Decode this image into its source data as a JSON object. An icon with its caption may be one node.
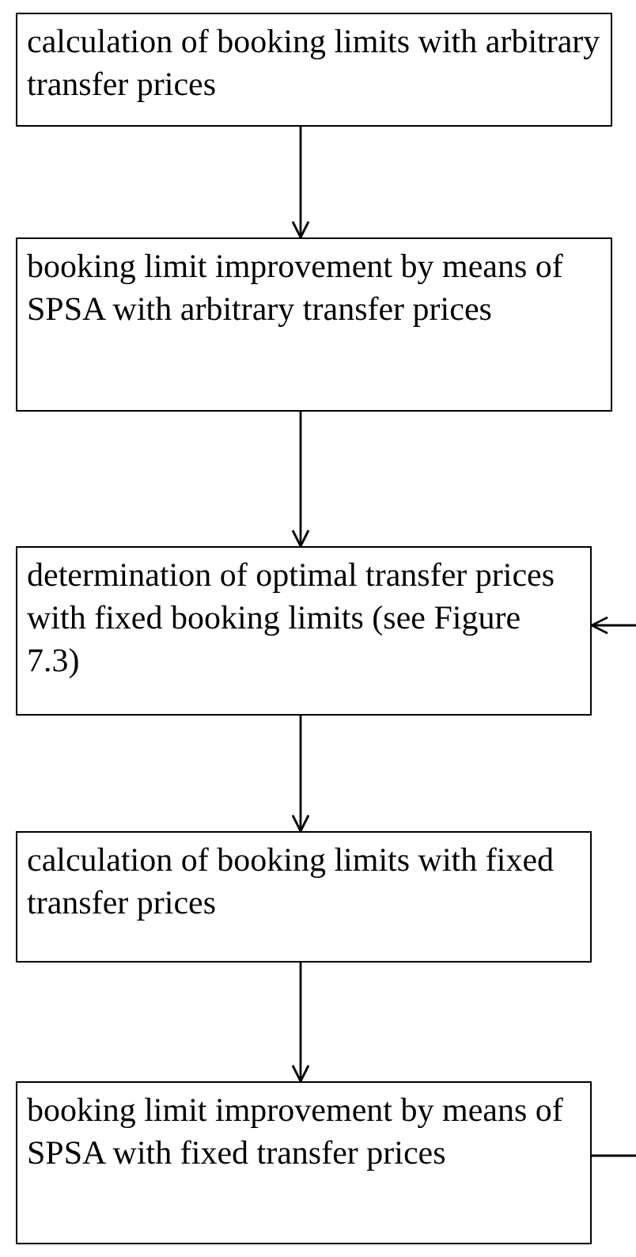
{
  "diagram": {
    "nodes": [
      {
        "text": [
          "calculation of booking limits with arbitrary transfer prices"
        ]
      },
      {
        "text": [
          "booking limit improvement by means of SPSA with arbitrary transfer prices"
        ]
      },
      {
        "text": [
          "determination of optimal transfer prices with fixed booking limits (see Figure 7.3)"
        ]
      },
      {
        "text": [
          "calculation of booking limits with fixed transfer prices"
        ]
      },
      {
        "text": [
          "booking limit improvement by means of SPSA with fixed transfer prices"
        ]
      }
    ],
    "edges": [
      {
        "from": 0,
        "to": 1,
        "arrow": "to"
      },
      {
        "from": 1,
        "to": 2,
        "arrow": "to"
      },
      {
        "from": 2,
        "to": 3,
        "arrow": "to"
      },
      {
        "from": 3,
        "to": 4,
        "arrow": "to"
      },
      {
        "from": 4,
        "to": null,
        "arrow": "none"
      },
      {
        "from": null,
        "to": 2,
        "arrow": "to"
      }
    ]
  }
}
